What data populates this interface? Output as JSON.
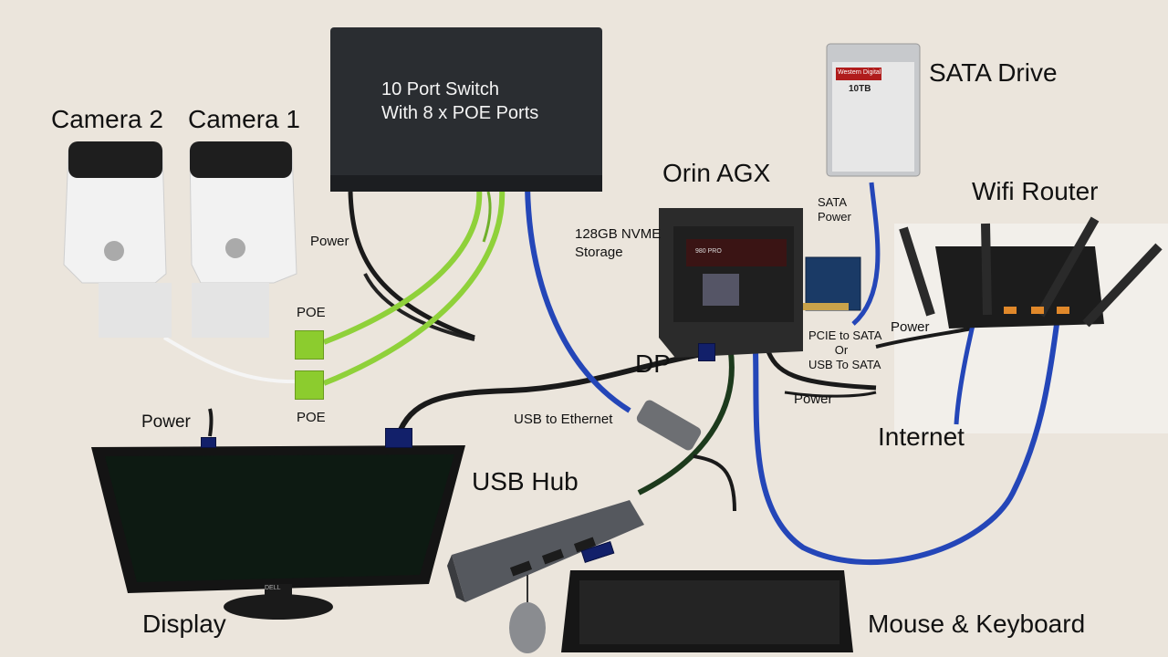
{
  "labels": {
    "camera2": "Camera 2",
    "camera1": "Camera 1",
    "switch_line1": "10 Port Switch",
    "switch_line2": "With 8 x POE Ports",
    "switch_power": "Power",
    "poe_top": "POE",
    "poe_bottom": "POE",
    "display_power": "Power",
    "display": "Display",
    "usb_to_ethernet": "USB to Ethernet",
    "usb_hub": "USB Hub",
    "orin": "Orin AGX",
    "nvme_line1": "128GB NVME",
    "nvme_line2": "Storage",
    "dp": "DP",
    "orin_power": "Power",
    "sata_drive": "SATA Drive",
    "sata_power_line1": "SATA",
    "sata_power_line2": "Power",
    "pcie_line1": "PCIE to SATA",
    "pcie_line2": "Or",
    "pcie_line3": "USB To SATA",
    "wifi_router": "Wifi Router",
    "router_power": "Power",
    "internet": "Internet",
    "mouse_keyboard": "Mouse & Keyboard",
    "hdd_brand": "Western Digital",
    "hdd_capacity": "10TB",
    "nvme_brand": "980 PRO",
    "monitor_brand": "DELL"
  },
  "colors": {
    "poe_marker": "#8ccc2e",
    "port_marker": "#12206a",
    "cable_green": "#8fd13a",
    "cable_blue": "#2446b8",
    "cable_black": "#1a1a1a",
    "background": "#ebe5dc"
  }
}
